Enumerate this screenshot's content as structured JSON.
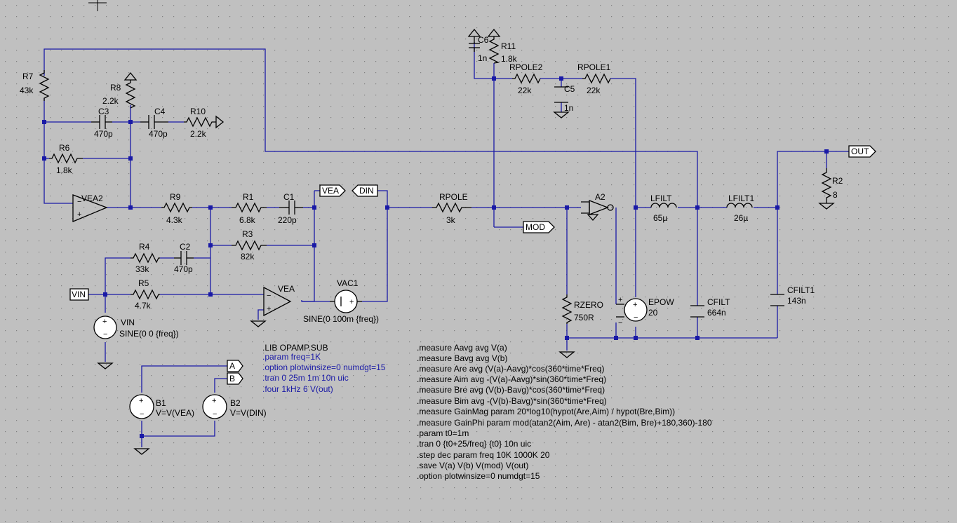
{
  "colors": {
    "background": "#c0c0c0",
    "wire": "#1a1aa6",
    "component": "#000000",
    "directive": "#1a1aa6"
  },
  "components": {
    "R7": {
      "name": "R7",
      "value": "43k"
    },
    "R8": {
      "name": "R8",
      "value": "2.2k"
    },
    "C3": {
      "name": "C3",
      "value": "470p"
    },
    "C4": {
      "name": "C4",
      "value": "470p"
    },
    "R10": {
      "name": "R10",
      "value": "2.2k"
    },
    "R6": {
      "name": "R6",
      "value": "1.8k"
    },
    "VEA2": {
      "name": "VEA2"
    },
    "R9": {
      "name": "R9",
      "value": "4.3k"
    },
    "R1": {
      "name": "R1",
      "value": "6.8k"
    },
    "C1": {
      "name": "C1",
      "value": "220p"
    },
    "R3": {
      "name": "R3",
      "value": "82k"
    },
    "R4": {
      "name": "R4",
      "value": "33k"
    },
    "C2": {
      "name": "C2",
      "value": "470p"
    },
    "R5": {
      "name": "R5",
      "value": "4.7k"
    },
    "VEA": {
      "name": "VEA"
    },
    "VAC1": {
      "name": "VAC1",
      "value": "SINE(0 100m {freq})"
    },
    "VIN": {
      "name": "VIN",
      "value": "SINE(0 0 {freq})"
    },
    "C6": {
      "name": "C6",
      "value": "1n"
    },
    "R11": {
      "name": "R11",
      "value": "1.8k"
    },
    "RPOLE2": {
      "name": "RPOLE2",
      "value": "22k"
    },
    "C5": {
      "name": "C5",
      "value": "1n"
    },
    "RPOLE1": {
      "name": "RPOLE1",
      "value": "22k"
    },
    "RPOLE": {
      "name": "RPOLE",
      "value": "3k"
    },
    "A2": {
      "name": "A2"
    },
    "LFILT": {
      "name": "LFILT",
      "value": "65µ"
    },
    "LFILT1": {
      "name": "LFILT1",
      "value": "26µ"
    },
    "R2": {
      "name": "R2",
      "value": "8"
    },
    "RZERO": {
      "name": "RZERO",
      "value": "750R"
    },
    "EPOW": {
      "name": "EPOW",
      "value": "20"
    },
    "CFILT": {
      "name": "CFILT",
      "value": "664n"
    },
    "CFILT1": {
      "name": "CFILT1",
      "value": "143n"
    },
    "B1": {
      "name": "B1",
      "value": "V=V(VEA)"
    },
    "B2": {
      "name": "B2",
      "value": "V=V(DIN)"
    }
  },
  "netlabels": {
    "vea": "VEA",
    "din": "DIN",
    "mod": "MOD",
    "out": "OUT",
    "vin": "VIN",
    "a": "A",
    "b": "B"
  },
  "directives": {
    "lib": ".LIB OPAMP.SUB",
    "block1": [
      ".param freq=1K",
      ".option plotwinsize=0 numdgt=15",
      ".tran 0 25m 1m 10n uic",
      " .four 1kHz 6  V(out)"
    ],
    "measures": [
      ".measure Aavg avg V(a)",
      ".measure Bavg avg V(b)",
      ".measure Are avg (V(a)-Aavg)*cos(360*time*Freq)",
      ".measure Aim avg -(V(a)-Aavg)*sin(360*time*Freq)",
      ".measure Bre avg (V(b)-Bavg)*cos(360*time*Freq)",
      ".measure Bim avg -(V(b)-Bavg)*sin(360*time*Freq)",
      ".measure GainMag param 20*log10(hypot(Are,Aim) / hypot(Bre,Bim))",
      ".measure GainPhi param mod(atan2(Aim, Are) - atan2(Bim, Bre)+180,360)-180",
      ".param t0=1m",
      ".tran 0 {t0+25/freq} {t0} 10n uic",
      ".step dec param freq 10K 1000K 20",
      ".save V(a) V(b) V(mod) V(out)",
      ".option plotwinsize=0 numdgt=15"
    ]
  }
}
